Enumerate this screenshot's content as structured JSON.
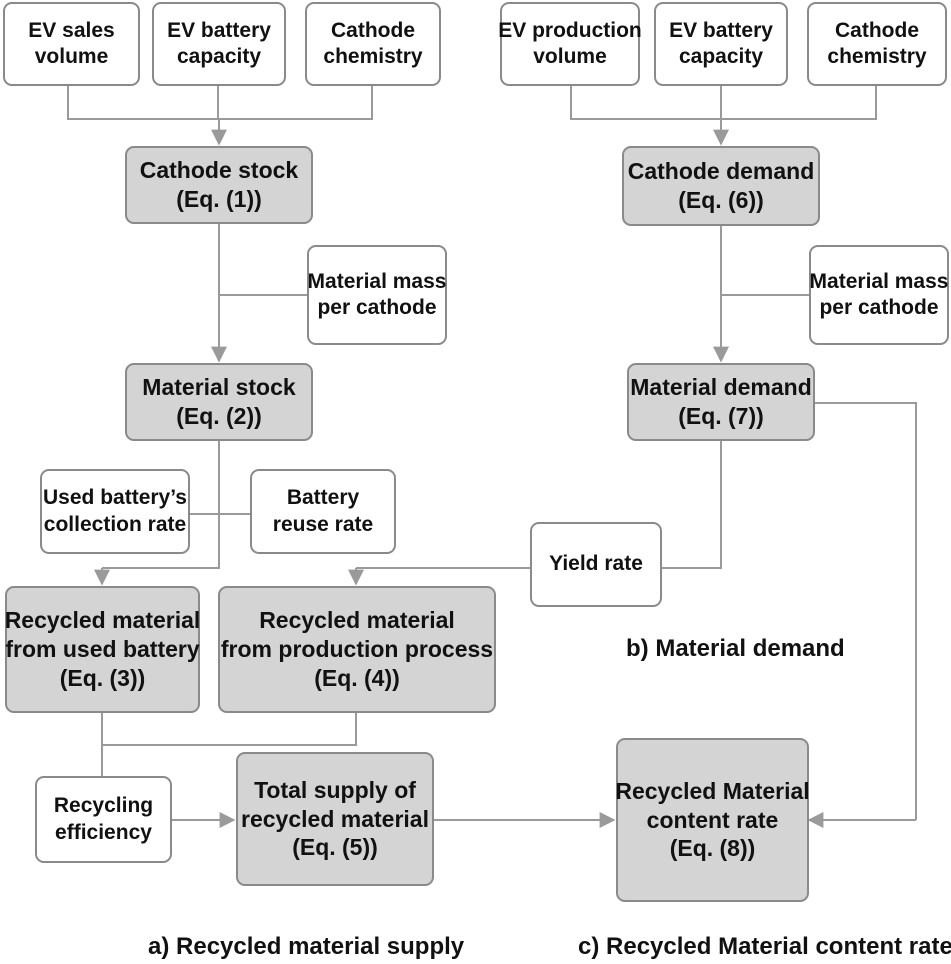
{
  "left_inputs": {
    "ev_sales_volume": [
      "EV sales",
      "volume"
    ],
    "ev_battery_capacity": [
      "EV battery",
      "capacity"
    ],
    "cathode_chemistry": [
      "Cathode",
      "chemistry"
    ]
  },
  "right_inputs": {
    "ev_production_volume": [
      "EV production",
      "volume"
    ],
    "ev_battery_capacity": [
      "EV battery",
      "capacity"
    ],
    "cathode_chemistry": [
      "Cathode",
      "chemistry"
    ]
  },
  "nodes": {
    "cathode_stock": [
      "Cathode stock",
      "(Eq. (1))"
    ],
    "material_mass_left": [
      "Material mass",
      "per cathode"
    ],
    "material_stock": [
      "Material stock",
      "(Eq. (2))"
    ],
    "collection_rate": [
      "Used battery’s",
      "collection rate"
    ],
    "reuse_rate": [
      "Battery",
      "reuse rate"
    ],
    "recycled_used": [
      "Recycled material",
      "from used battery",
      "(Eq. (3))"
    ],
    "recycled_production": [
      "Recycled material",
      "from production process",
      "(Eq. (4))"
    ],
    "recycling_efficiency": [
      "Recycling",
      "efficiency"
    ],
    "total_supply": [
      "Total supply of",
      "recycled material",
      "(Eq. (5))"
    ],
    "cathode_demand": [
      "Cathode demand",
      "(Eq. (6))"
    ],
    "material_mass_right": [
      "Material mass",
      "per cathode"
    ],
    "material_demand": [
      "Material demand",
      "(Eq. (7))"
    ],
    "yield_rate": [
      "Yield rate"
    ],
    "content_rate": [
      "Recycled Material",
      "content rate",
      "(Eq. (8))"
    ]
  },
  "captions": {
    "a": "a) Recycled material supply",
    "b": "b) Material demand",
    "c": "c) Recycled Material content rate"
  },
  "colors": {
    "equation_fill": "#d4d4d4",
    "input_fill": "#ffffff",
    "border": "#8a8a8a",
    "connector": "#9a9a9a",
    "text": "#111111"
  }
}
